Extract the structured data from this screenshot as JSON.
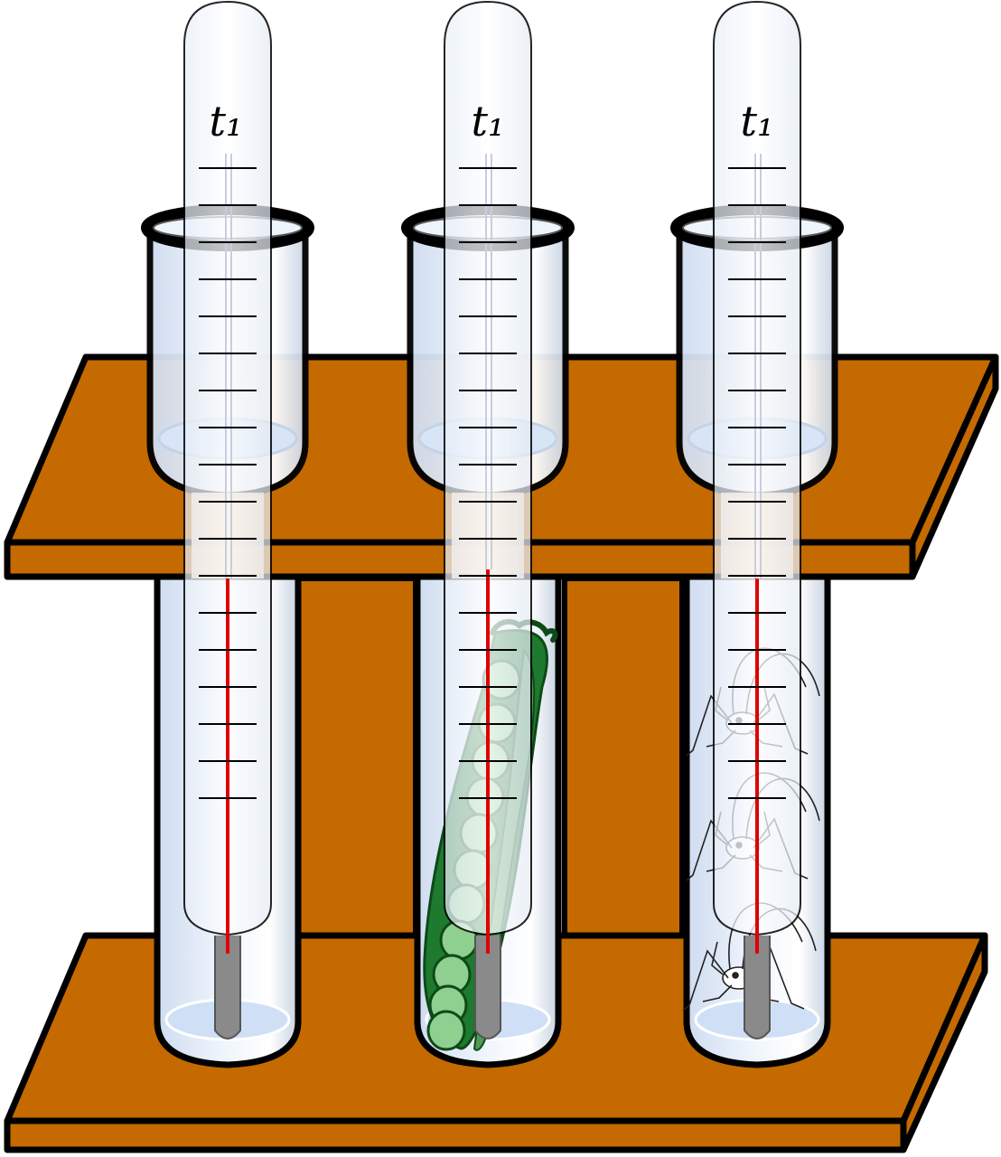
{
  "colors": {
    "wood": "#c46a00",
    "outline": "#000000",
    "glass": "#dbe8f8",
    "glass_edge": "#b9c8dc",
    "mercury": "#e00000",
    "bulb": "#8a8a8a",
    "pea_pod": "#1e7a2e",
    "pea": "#8fcf8f"
  },
  "rack": {
    "slots": [
      {
        "contents": "empty",
        "thermometer": true
      },
      {
        "contents": "pea-pod",
        "thermometer": true
      },
      {
        "contents": "crickets",
        "thermometer": true
      }
    ],
    "thermometer_symbol": "t₁"
  }
}
